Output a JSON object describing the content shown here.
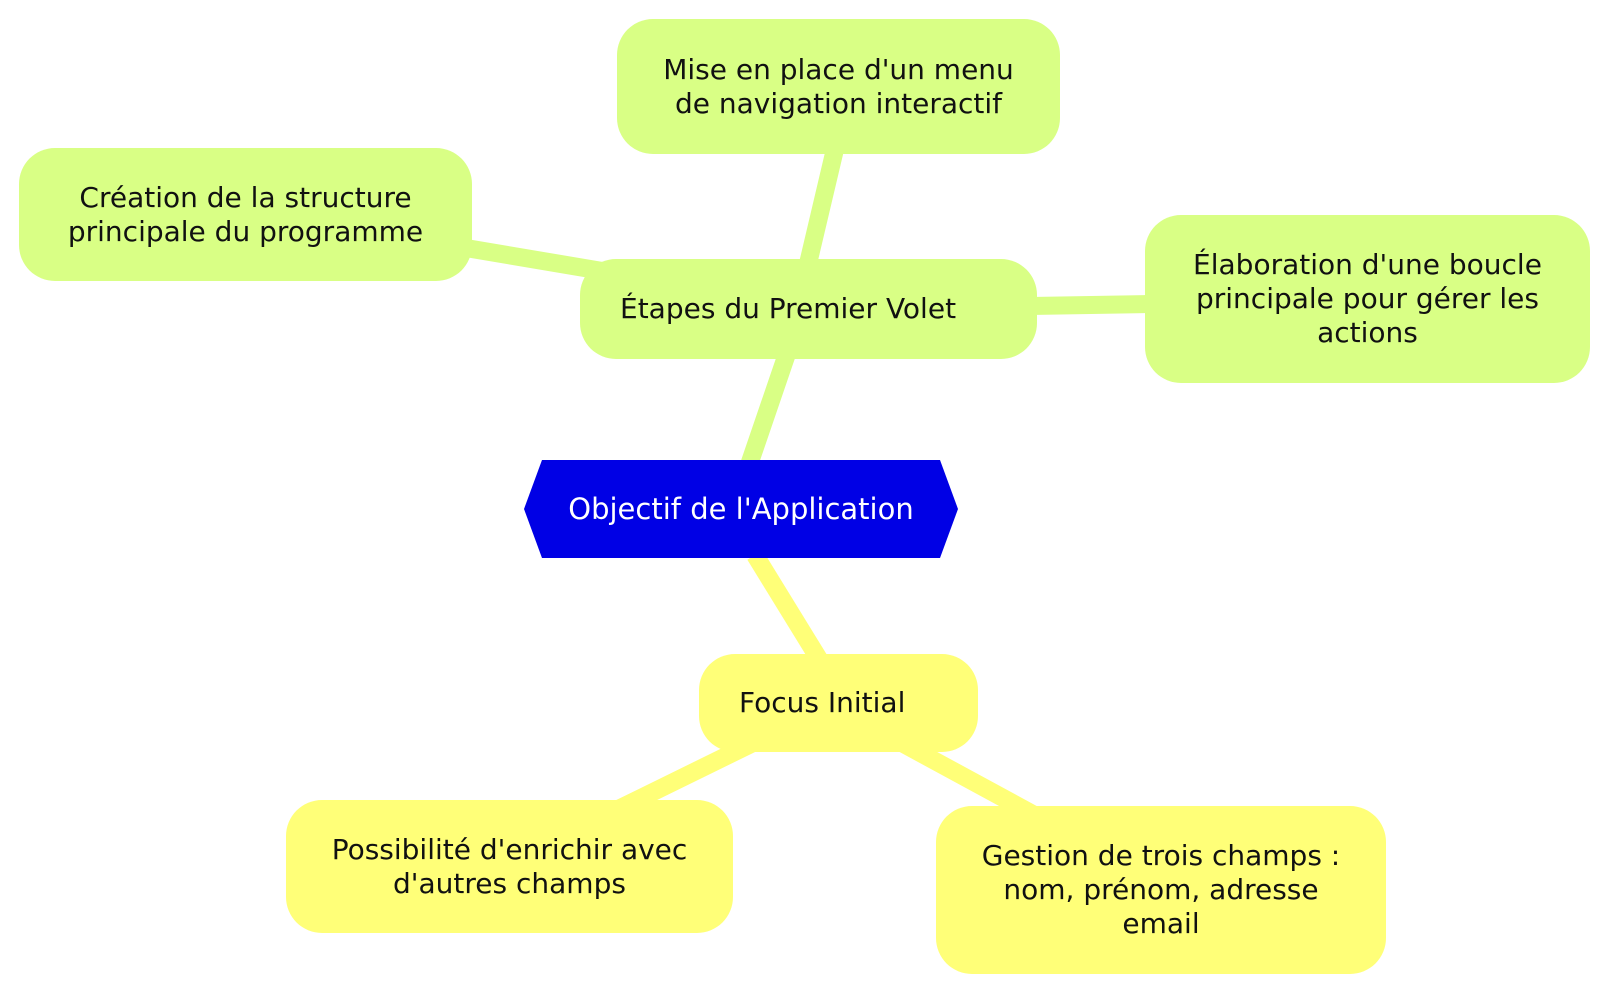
{
  "colors": {
    "root_fill": "#0000e5",
    "root_text": "#ffffff",
    "branch_green": "#d9ff85",
    "branch_yellow": "#ffff78",
    "node_text": "#111111"
  },
  "mindmap": {
    "root": {
      "label": "Objectif de l'Application"
    },
    "branches": [
      {
        "label": "Étapes du Premier Volet",
        "color": "#d9ff85",
        "children": [
          {
            "label": "Mise en place d'un menu\nde navigation interactif"
          },
          {
            "label": "Création de la structure\nprincipale du programme"
          },
          {
            "label": "Élaboration d'une boucle\nprincipale pour gérer les\nactions"
          }
        ]
      },
      {
        "label": "Focus Initial",
        "color": "#ffff78",
        "children": [
          {
            "label": "Possibilité d'enrichir avec\nd'autres champs"
          },
          {
            "label": "Gestion de trois champs :\nnom, prénom, adresse\nemail"
          }
        ]
      }
    ]
  }
}
